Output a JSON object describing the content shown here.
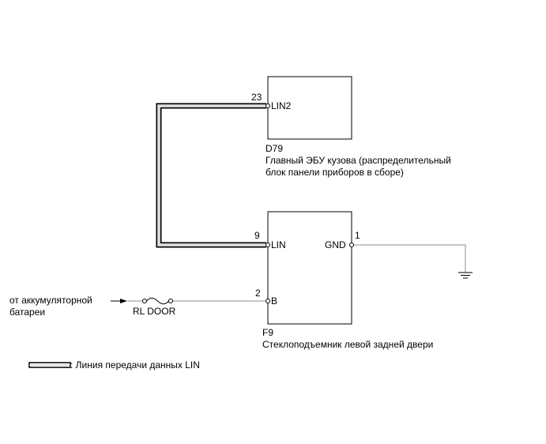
{
  "ecu_top": {
    "pin_number": "23",
    "pin_name": "LIN2",
    "connector_code": "D79",
    "description_line1": "Главный ЭБУ кузова (распределительный",
    "description_line2": "блок панели приборов в сборе)"
  },
  "window_motor": {
    "lin_pin_number": "9",
    "lin_pin_name": "LIN",
    "gnd_pin_number": "1",
    "gnd_pin_name": "GND",
    "b_pin_number": "2",
    "b_pin_name": "B",
    "connector_code": "F9",
    "description": "Стеклоподъемник левой задней двери"
  },
  "power_source": {
    "line1": "от аккумуляторной",
    "line2": "батареи"
  },
  "fuse": {
    "label": "RL DOOR"
  },
  "legend": {
    "text": ": Линия передачи данных LIN"
  }
}
